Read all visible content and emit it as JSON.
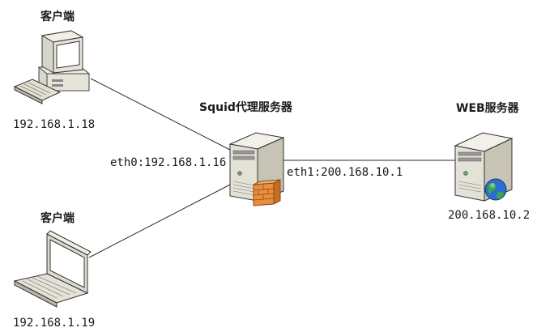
{
  "client1": {
    "title": "客户端",
    "ip": "192.168.1.18"
  },
  "client2": {
    "title": "客户端",
    "ip": "192.168.1.19"
  },
  "proxy": {
    "title": "Squid代理服务器",
    "eth0": "eth0:192.168.1.16",
    "eth1": "eth1:200.168.10.1"
  },
  "web": {
    "title": "WEB服务器",
    "ip": "200.168.10.2"
  },
  "colors": {
    "line": "#2b2b2b",
    "device_body": "#e9e7dd",
    "device_shade": "#b9b6a8",
    "screen": "#6f8fb7",
    "firewall": "#e98d3f",
    "globe": "#2a6fd0"
  }
}
